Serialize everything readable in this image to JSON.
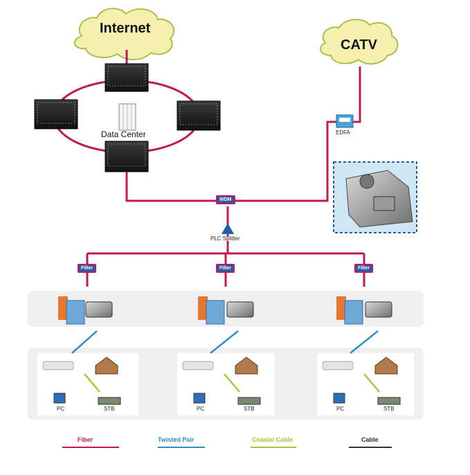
{
  "clouds": {
    "internet": "Internet",
    "catv": "CATV"
  },
  "labels": {
    "data_center": "Data Center",
    "edfa": "EDFA",
    "wdm": "WDM",
    "plc_splitter": "PLC Splitter",
    "filter": "Filter",
    "pc": "PC",
    "stb": "STB"
  },
  "legend": [
    {
      "label": "Fiber",
      "color": "#c2185b"
    },
    {
      "label": "Twisted Pair",
      "color": "#2a8fc4"
    },
    {
      "label": "Coaxial Cable",
      "color": "#a6c832"
    },
    {
      "label": "Cable",
      "color": "#333333"
    }
  ],
  "colors": {
    "fiber": "#c2185b",
    "twisted_pair": "#2a8fc4",
    "coax": "#a6c832",
    "cable": "#333333",
    "cloud_fill": "#f6f0b0",
    "cloud_stroke": "#a8c04a",
    "panel": "#efefef"
  }
}
